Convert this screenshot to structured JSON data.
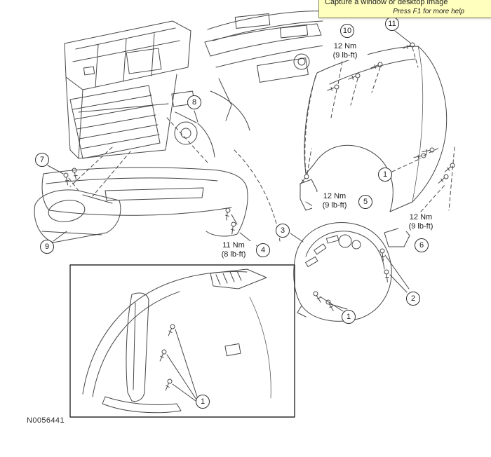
{
  "tooltip": {
    "title": "Capture a window or desktop image",
    "subtitle": "Press F1 for more help"
  },
  "figure": {
    "part_number": "N0056441",
    "torque_labels": [
      {
        "id": "torque-top",
        "line1": "12 Nm",
        "line2": "(9 lb-ft)"
      },
      {
        "id": "torque-mid",
        "line1": "12 Nm",
        "line2": "(9 lb-ft)"
      },
      {
        "id": "torque-right",
        "line1": "12 Nm",
        "line2": "(9 lb-ft)"
      },
      {
        "id": "torque-left",
        "line1": "11 Nm",
        "line2": "(8 lb-ft)"
      }
    ],
    "callouts": [
      {
        "id": "callout-10",
        "label": "10"
      },
      {
        "id": "callout-11",
        "label": "11"
      },
      {
        "id": "callout-8",
        "label": "8"
      },
      {
        "id": "callout-7",
        "label": "7"
      },
      {
        "id": "callout-9",
        "label": "9"
      },
      {
        "id": "callout-1-fender",
        "label": "1"
      },
      {
        "id": "callout-5",
        "label": "5"
      },
      {
        "id": "callout-6",
        "label": "6"
      },
      {
        "id": "callout-3",
        "label": "3"
      },
      {
        "id": "callout-4",
        "label": "4"
      },
      {
        "id": "callout-2",
        "label": "2"
      },
      {
        "id": "callout-1-liner",
        "label": "1"
      },
      {
        "id": "callout-1-inset",
        "label": "1"
      }
    ]
  }
}
